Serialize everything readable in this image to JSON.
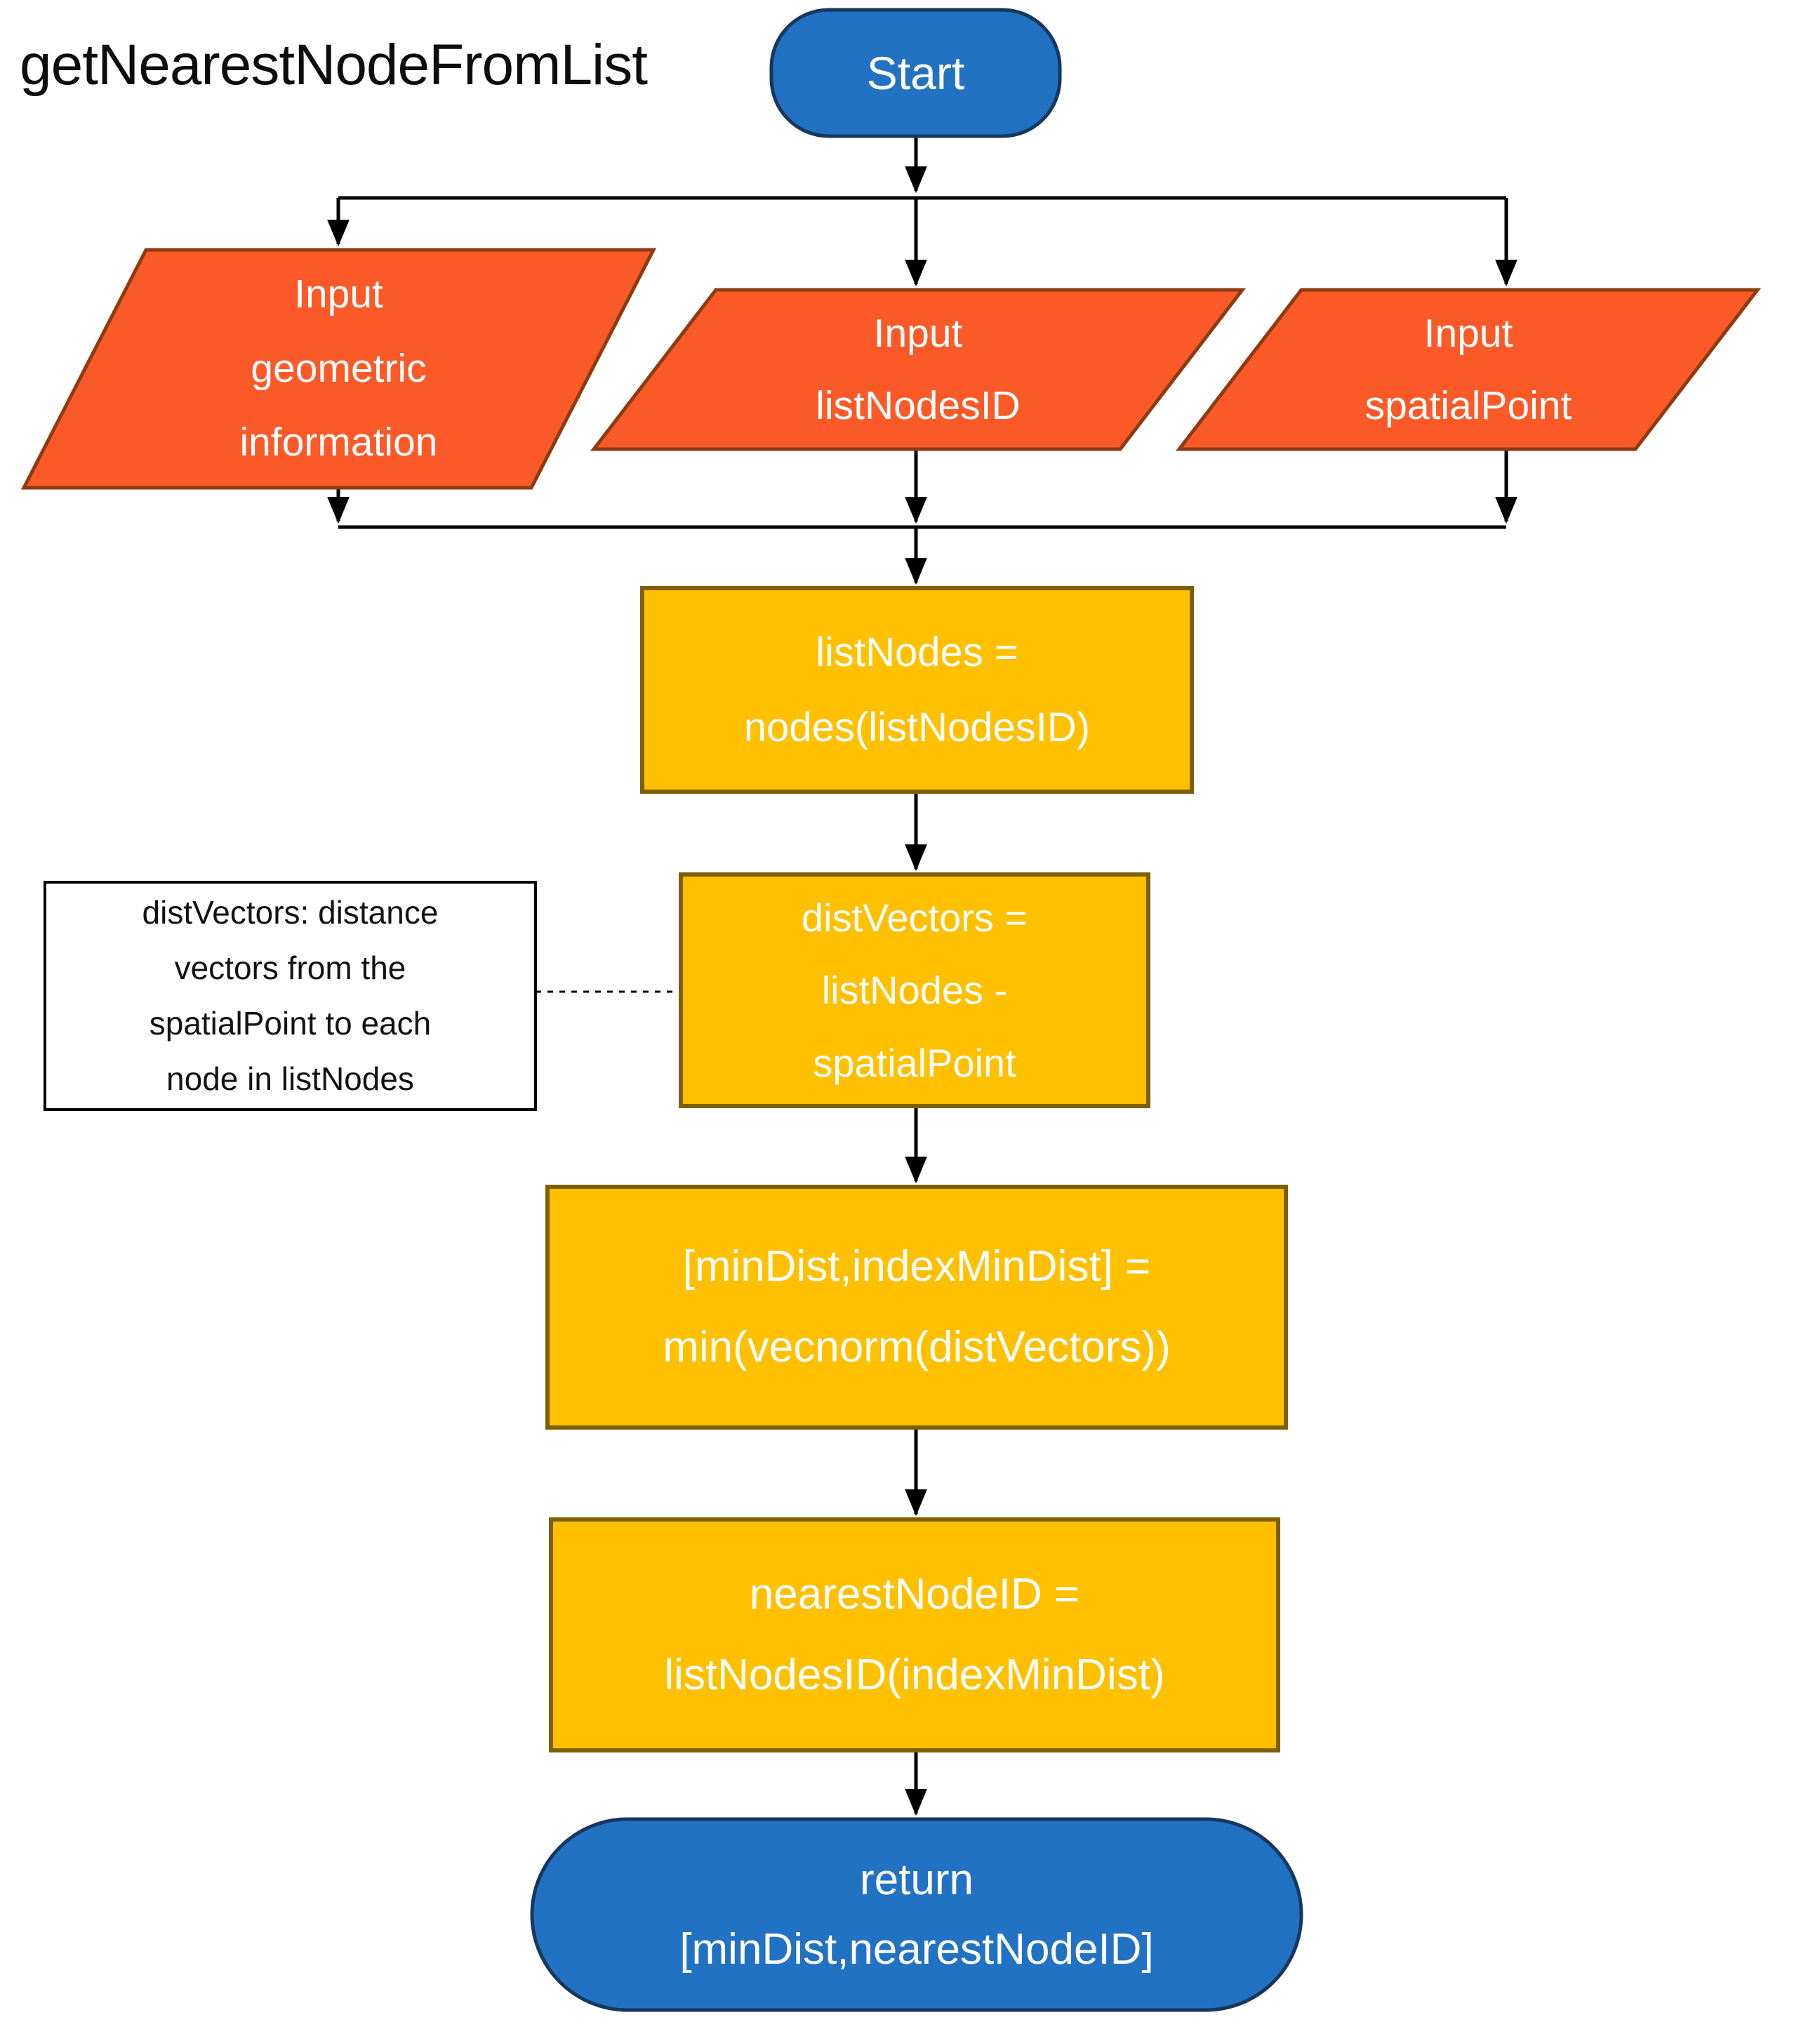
{
  "title": "getNearestNodeFromList",
  "nodes": {
    "start": {
      "type": "terminal",
      "label": "Start"
    },
    "input_geometric": {
      "type": "input-output",
      "label": "Input\ngeometric\ninformation"
    },
    "input_list_nodes_id": {
      "type": "input-output",
      "label": "Input\nlistNodesID"
    },
    "input_spatial_point": {
      "type": "input-output",
      "label": "Input\nspatialPoint"
    },
    "list_nodes": {
      "type": "process",
      "label": "listNodes =\nnodes(listNodesID)"
    },
    "dist_vectors": {
      "type": "process",
      "label": "distVectors =\nlistNodes -\nspatialPoint"
    },
    "min_dist": {
      "type": "process",
      "label": "[minDist,indexMinDist] =\nmin(vecnorm(distVectors))"
    },
    "nearest_node_id": {
      "type": "process",
      "label": "nearestNodeID =\nlistNodesID(indexMinDist)"
    },
    "return": {
      "type": "terminal",
      "label": "return\n[minDist,nearestNodeID]"
    }
  },
  "annotation": {
    "text": "distVectors: distance\nvectors from the\nspatialPoint to each\nnode in listNodes"
  },
  "colors": {
    "terminal_fill": "#2272C3",
    "terminal_border": "#17375E",
    "io_fill": "#FB5A28",
    "io_border": "#8C3B12",
    "process_fill": "#FFC000",
    "process_border": "#7F6000",
    "connector": "#000000",
    "annotation_bg": "#FFFFFF",
    "annotation_border": "#000000"
  }
}
